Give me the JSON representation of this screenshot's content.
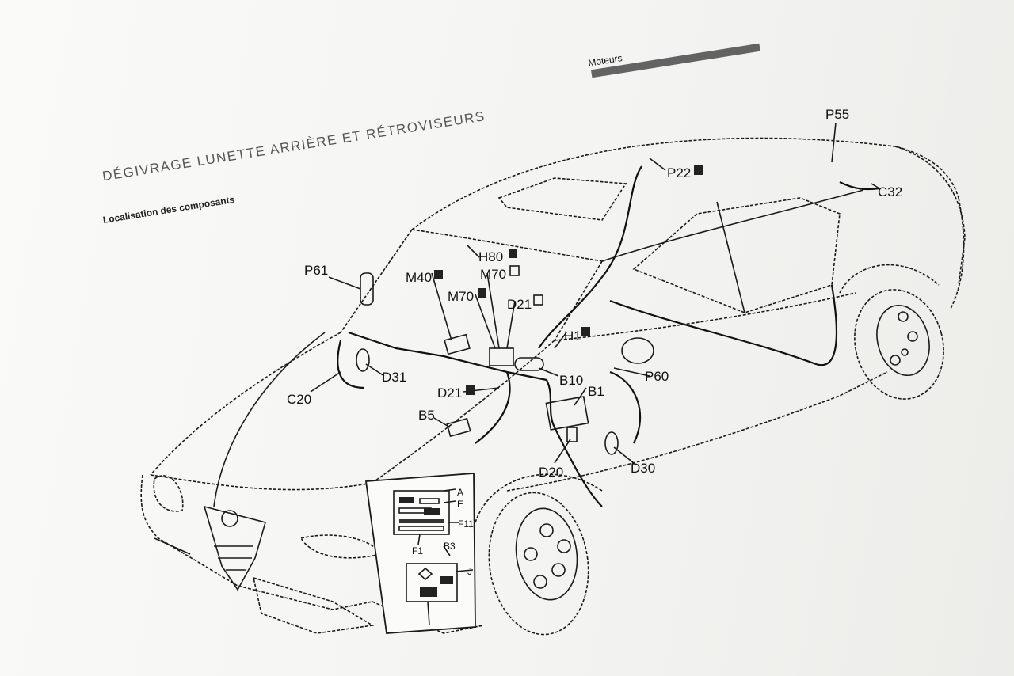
{
  "document": {
    "title": "DÉGIVRAGE LUNETTE ARRIÈRE ET RÉTROVISEURS",
    "subtitle": "Localisation des composants",
    "header_tag": "Moteurs"
  },
  "component_labels": [
    "P55",
    "P22",
    "C32",
    "P61",
    "M40",
    "H80",
    "M70",
    "M70",
    "D21",
    "H1",
    "D31",
    "C20",
    "D21",
    "B10",
    "B1",
    "P60",
    "B5",
    "D20",
    "D30"
  ],
  "fuse_box_labels": [
    "A",
    "E",
    "F11",
    "F1",
    "B3",
    "J"
  ],
  "colors": {
    "ink": "#1a1a1a",
    "paper": "#f6f6f4",
    "title": "#555555"
  }
}
